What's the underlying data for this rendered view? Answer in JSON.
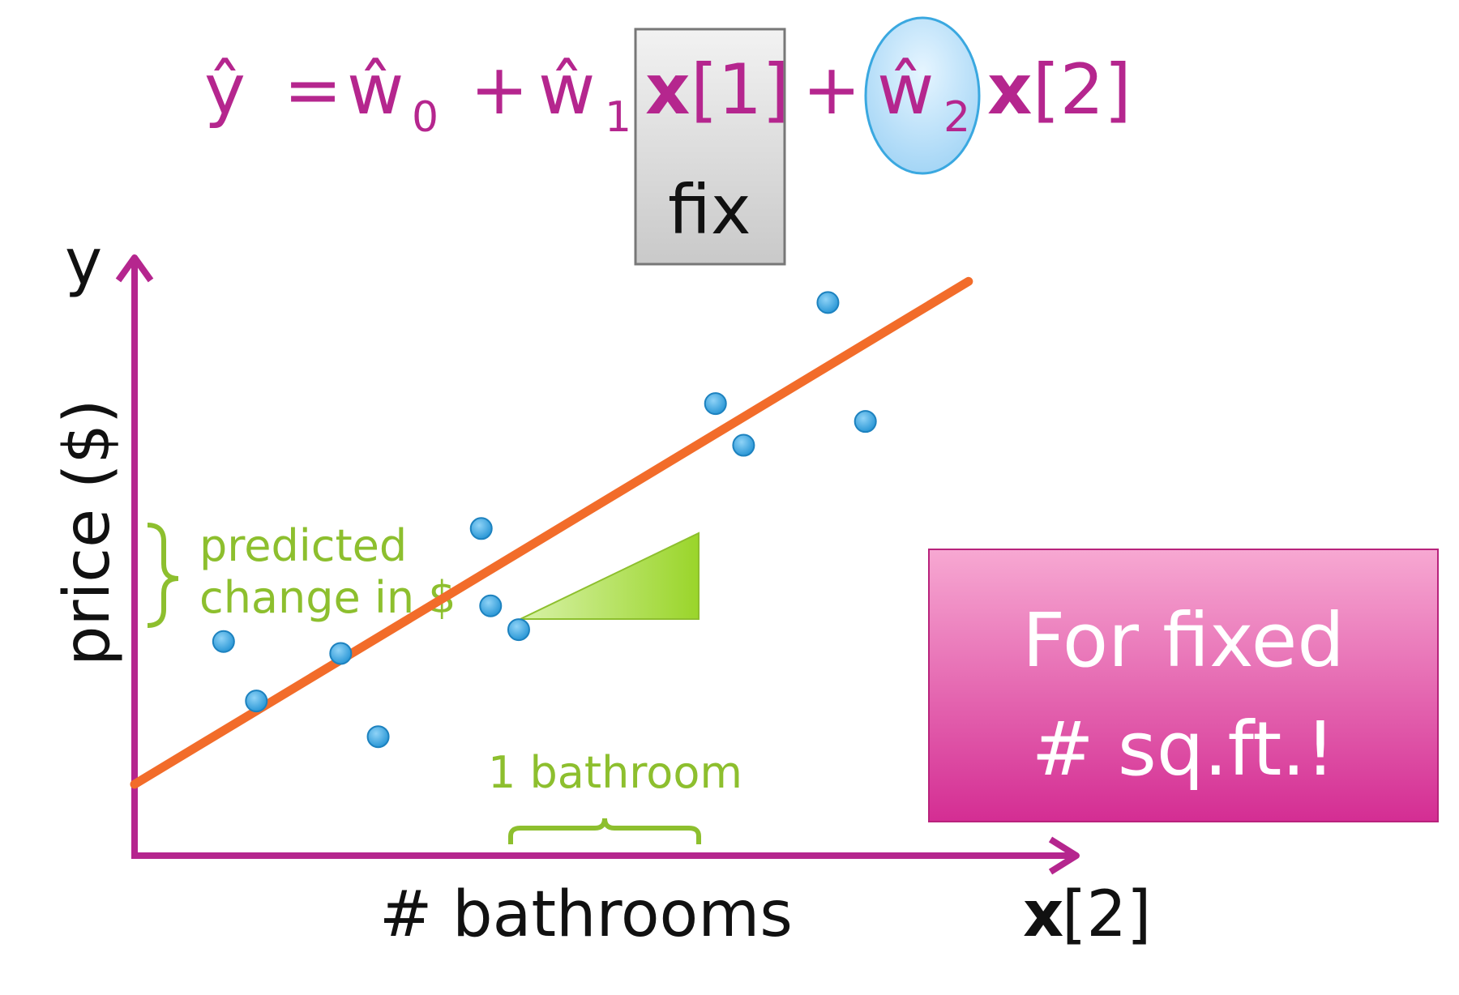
{
  "equation": {
    "lhs": "ŷ",
    "equals": "=",
    "w0": "ŵ",
    "w0_sub": "0",
    "plus1": "+",
    "w1": "ŵ",
    "w1_sub": "1",
    "x1": "x",
    "x1_index": "[1]",
    "plus2": "+",
    "w2": "ŵ",
    "w2_sub": "2",
    "x2": "x",
    "x2_index": "[2]"
  },
  "fix_box": {
    "label": "fix"
  },
  "axes": {
    "y_symbol": "y",
    "y_label": "price ($)",
    "x_label": "# bathrooms",
    "x_symbol": "x",
    "x_symbol_index": "[2]"
  },
  "annotations": {
    "predicted_line1": "predicted",
    "predicted_line2": "change in $",
    "unit_step": "1 bathroom"
  },
  "callout": {
    "line1": "For fixed",
    "line2": "# sq.ft.!"
  },
  "colors": {
    "axis": "#b5268e",
    "fit_line": "#f26c2a",
    "points": "#3aa8e0",
    "green": "#8dbf2e",
    "callout_top": "#f7a3cf",
    "callout_bottom": "#d42d93"
  },
  "chart_data": {
    "type": "scatter",
    "xlabel": "# bathrooms",
    "ylabel": "price ($)",
    "xlim": [
      0,
      10
    ],
    "ylim": [
      0,
      10
    ],
    "points": [
      {
        "x": 0.95,
        "y": 3.6
      },
      {
        "x": 1.3,
        "y": 2.6
      },
      {
        "x": 2.2,
        "y": 3.4
      },
      {
        "x": 2.6,
        "y": 2.0
      },
      {
        "x": 3.7,
        "y": 5.5
      },
      {
        "x": 3.8,
        "y": 4.2
      },
      {
        "x": 4.1,
        "y": 3.8
      },
      {
        "x": 6.2,
        "y": 7.6
      },
      {
        "x": 6.5,
        "y": 6.9
      },
      {
        "x": 7.4,
        "y": 9.3
      },
      {
        "x": 7.8,
        "y": 7.3
      }
    ],
    "fit_line": {
      "intercept": 1.2,
      "slope": 0.95
    }
  }
}
